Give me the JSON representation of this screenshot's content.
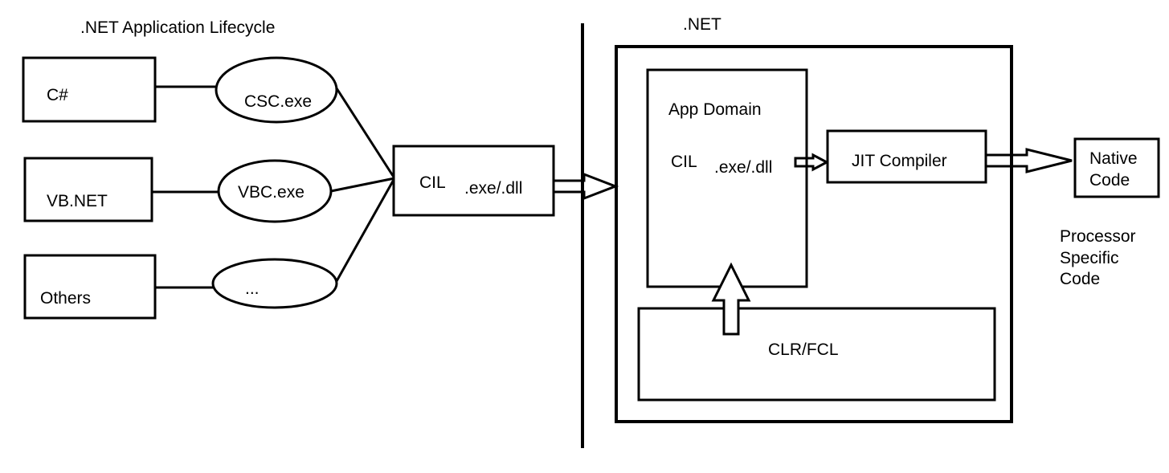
{
  "left_panel": {
    "title": ".NET Application Lifecycle",
    "languages": [
      {
        "label": "C#",
        "compiler": "CSC.exe"
      },
      {
        "label": "VB.NET",
        "compiler": "VBC.exe"
      },
      {
        "label": "Others",
        "compiler": "..."
      }
    ],
    "output": {
      "label": "CIL",
      "format": ".exe/.dll"
    }
  },
  "right_panel": {
    "title": ".NET",
    "app_domain": {
      "title": "App Domain",
      "cil_label": "CIL",
      "format": ".exe/.dll"
    },
    "runtime": "CLR/FCL",
    "jit": "JIT Compiler",
    "native": [
      "Native",
      "Code"
    ],
    "native_caption": [
      "Processor",
      "Specific",
      "Code"
    ]
  },
  "colors": {
    "stroke": "#000000",
    "background": "#ffffff"
  }
}
